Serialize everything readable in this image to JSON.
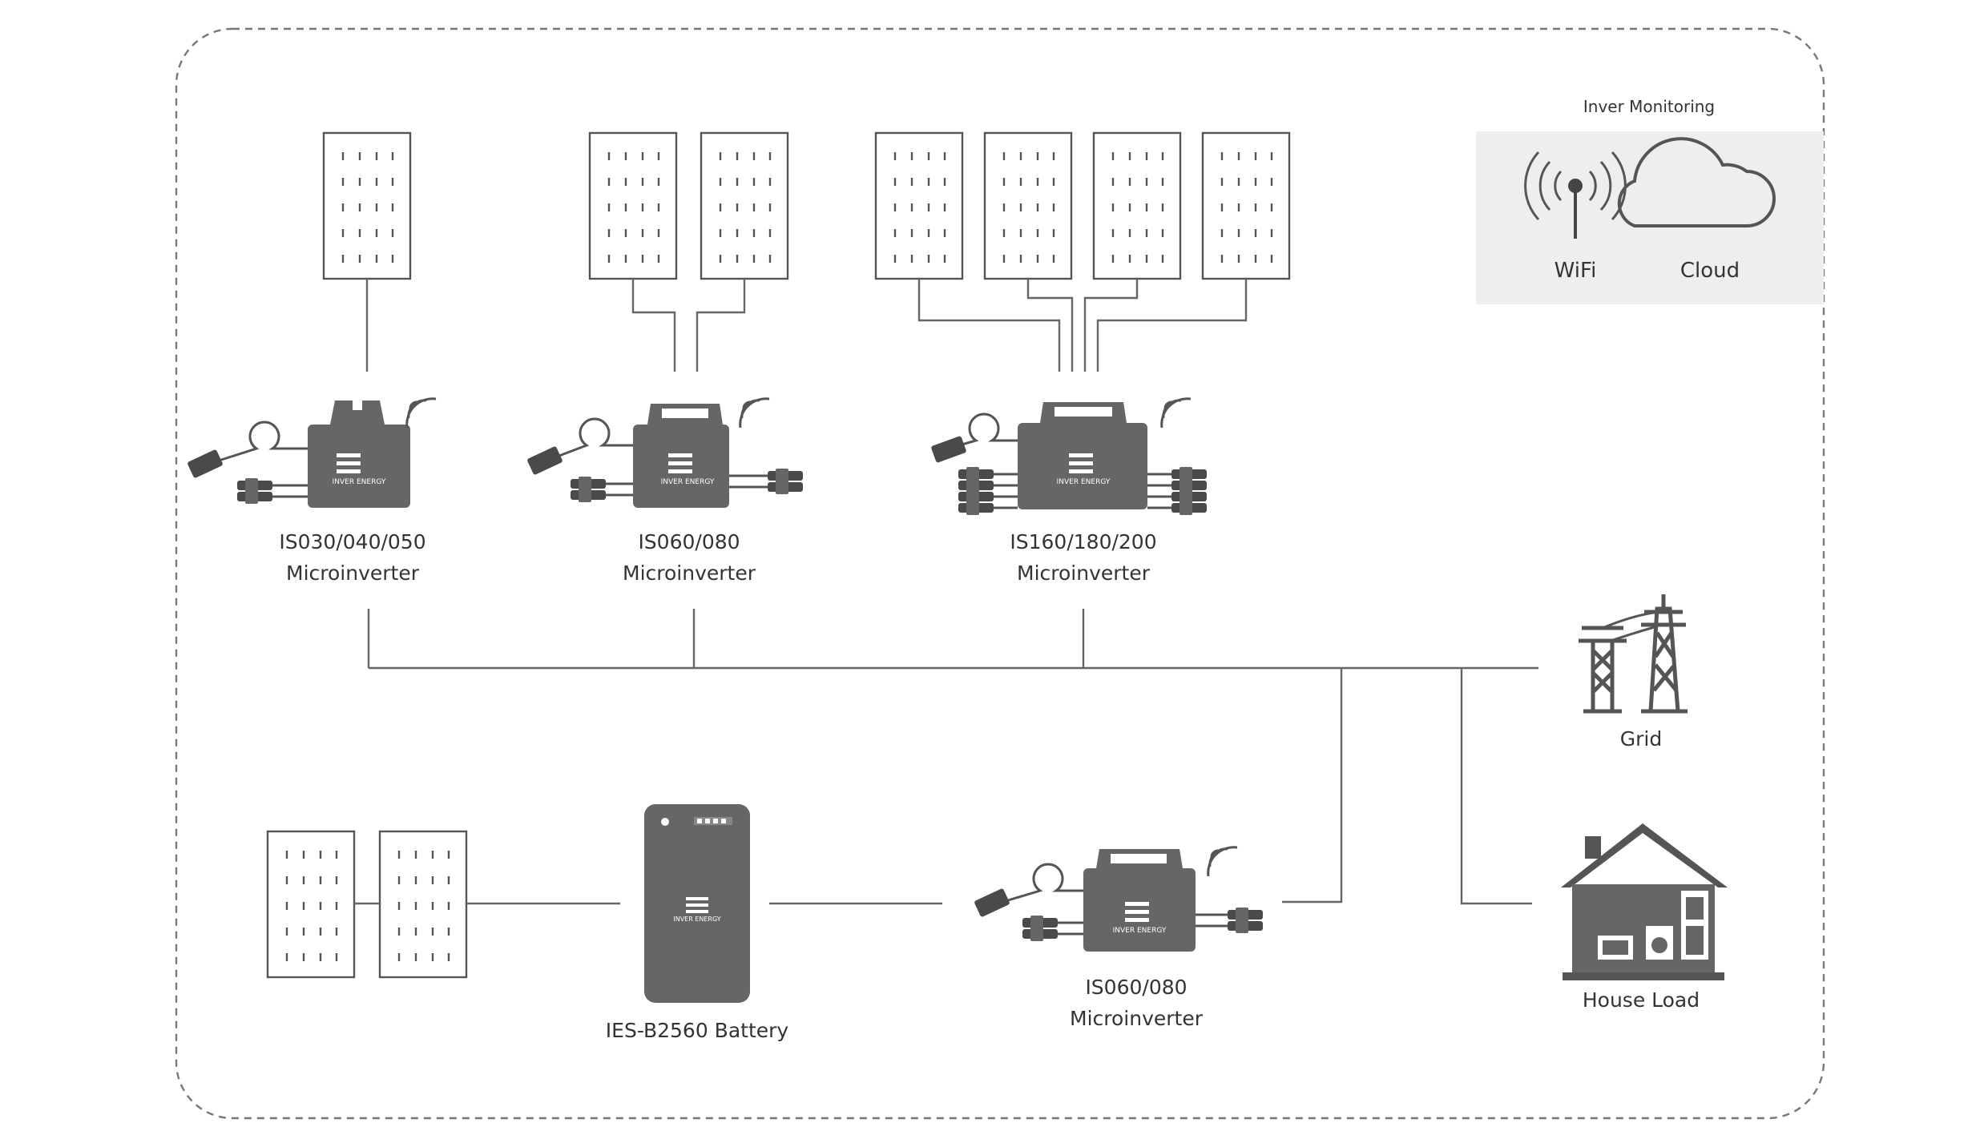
{
  "monitoring": {
    "title": "Inver Monitoring",
    "wifi_label": "WiFi",
    "cloud_label": "Cloud",
    "wifi_icon": "wifi-antenna-icon",
    "cloud_icon": "cloud-icon"
  },
  "inverters": [
    {
      "model": "IS030/040/050",
      "type": "Microinverter",
      "panels": 1
    },
    {
      "model": "IS060/080",
      "type": "Microinverter",
      "panels": 2
    },
    {
      "model": "IS160/180/200",
      "type": "Microinverter",
      "panels": 4
    }
  ],
  "storage_branch": {
    "battery_label": "IES-B2560 Battery",
    "inverter_model": "IS060/080",
    "inverter_type": "Microinverter",
    "panels": 2
  },
  "grid": {
    "label": "Grid",
    "icon": "power-tower-icon"
  },
  "house": {
    "label": "House Load",
    "icon": "house-icon"
  },
  "brand_text": "INVER ENERGY",
  "colors": {
    "line": "#666666",
    "device": "#666666",
    "panel_bg": "#eeeeee",
    "text": "#333333"
  }
}
